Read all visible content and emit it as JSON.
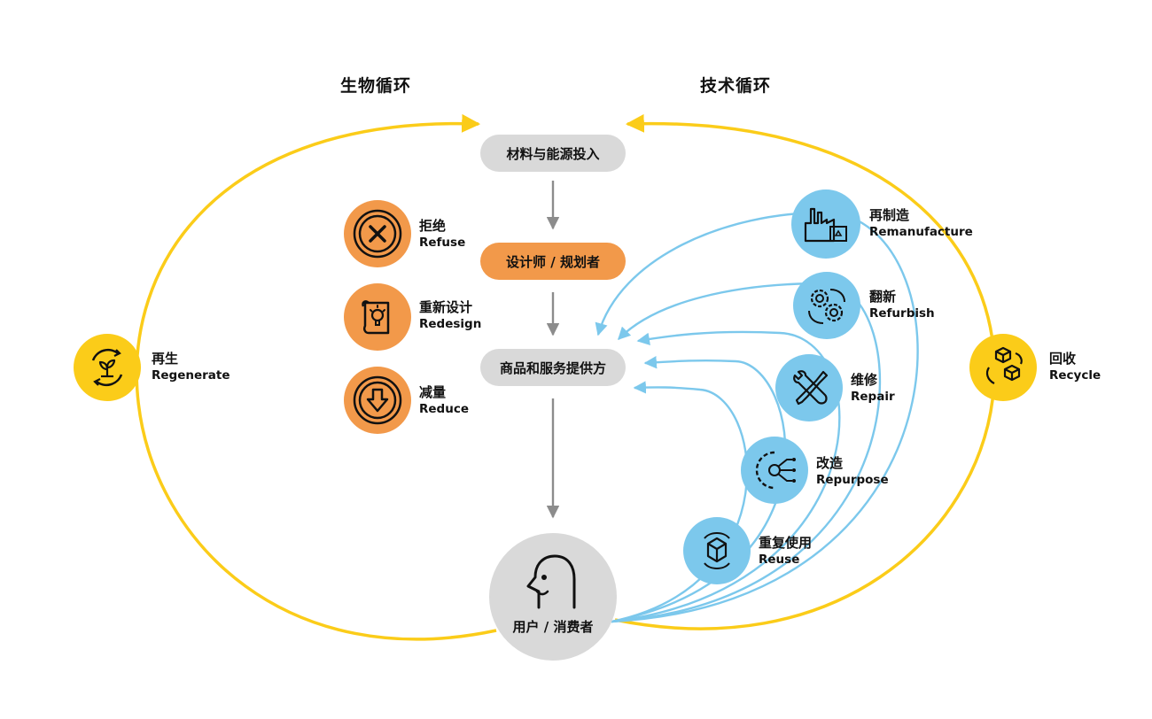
{
  "headings": {
    "bio": "生物循环",
    "tech": "技术循环"
  },
  "flow": {
    "input": "材料与能源投入",
    "designer": "设计师 / 规划者",
    "provider": "商品和服务提供方",
    "consumer": "用户 / 消费者"
  },
  "strategies": [
    {
      "zh": "拒绝",
      "en": "Refuse",
      "icon": "refuse-x-icon"
    },
    {
      "zh": "重新设计",
      "en": "Redesign",
      "icon": "redesign-blueprint-lightbulb-icon"
    },
    {
      "zh": "减量",
      "en": "Reduce",
      "icon": "reduce-down-arrow-icon"
    }
  ],
  "bio_cycle": {
    "zh": "再生",
    "en": "Regenerate",
    "icon": "regenerate-sprout-icon"
  },
  "recycle": {
    "zh": "回收",
    "en": "Recycle",
    "icon": "recycle-cubes-icon"
  },
  "tech_loops": [
    {
      "zh": "再制造",
      "en": "Remanufacture",
      "icon": "factory-icon"
    },
    {
      "zh": "翻新",
      "en": "Refurbish",
      "icon": "gears-icon"
    },
    {
      "zh": "维修",
      "en": "Repair",
      "icon": "wrench-screwdriver-icon"
    },
    {
      "zh": "改造",
      "en": "Repurpose",
      "icon": "gear-circuit-icon"
    },
    {
      "zh": "重复使用",
      "en": "Reuse",
      "icon": "box-cycle-icon"
    }
  ],
  "colors": {
    "yellow": "#fbcc19",
    "orange": "#f2994a",
    "blue": "#7cc8ec",
    "gray": "#d9d9d9",
    "arrow": "#8c8c8c"
  }
}
